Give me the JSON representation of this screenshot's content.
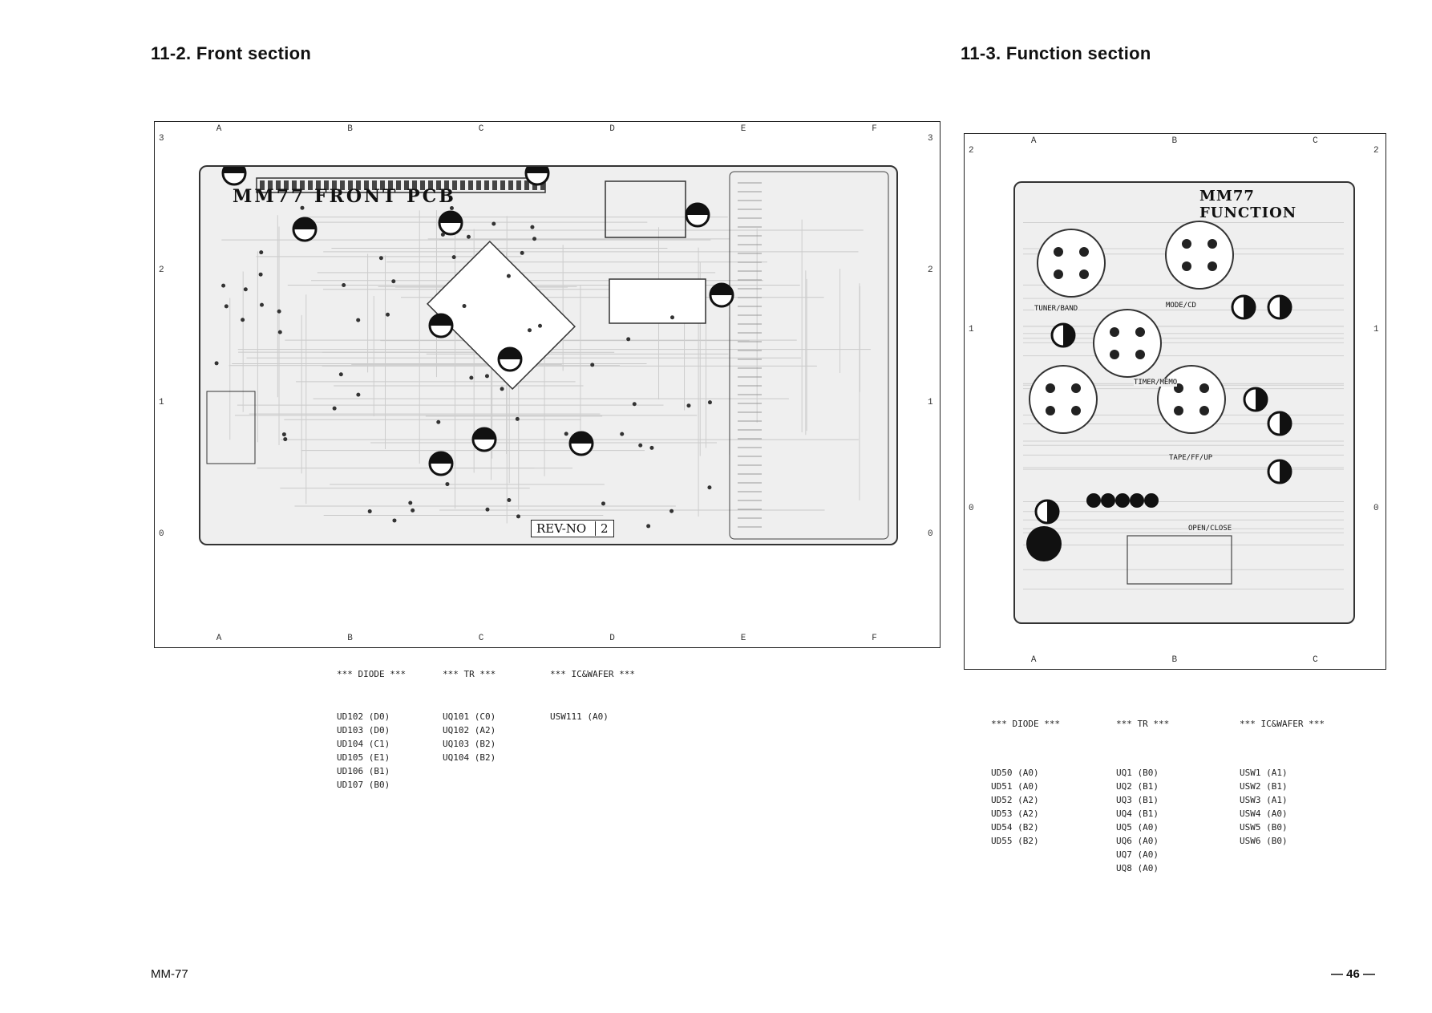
{
  "front": {
    "title": "11-2. Front section",
    "board_name": "MM77   FRONT   PCB",
    "rev_label": "REV-NO",
    "rev_value": "2",
    "col_labels": [
      "A",
      "B",
      "C",
      "D",
      "E",
      "F"
    ],
    "row_labels": [
      "3",
      "2",
      "1",
      "0"
    ],
    "lists": {
      "diode": {
        "header": "*** DIODE ***",
        "items": [
          "UD102 (D0)",
          "UD103 (D0)",
          "UD104 (C1)",
          "UD105 (E1)",
          "UD106 (B1)",
          "UD107 (B0)"
        ]
      },
      "tr": {
        "header": "*** TR ***",
        "items": [
          "UQ101 (C0)",
          "UQ102 (A2)",
          "UQ103 (B2)",
          "UQ104 (B2)"
        ]
      },
      "ic": {
        "header": "*** IC&WAFER ***",
        "items": [
          "USW111 (A0)"
        ]
      }
    }
  },
  "function": {
    "title": "11-3. Function section",
    "board_name": "MM77 FUNCTION",
    "col_labels": [
      "A",
      "B",
      "C"
    ],
    "row_labels": [
      "2",
      "1",
      "0"
    ],
    "switch_labels": [
      "TUNER/BAND",
      "MODE/CD",
      "TIMER/MEMO",
      "TAPE/FF/UP",
      "OPEN/CLOSE"
    ],
    "lists": {
      "diode": {
        "header": "*** DIODE ***",
        "items": [
          "UD50 (A0)",
          "UD51 (A0)",
          "UD52 (A2)",
          "UD53 (A2)",
          "UD54 (B2)",
          "UD55 (B2)"
        ]
      },
      "tr": {
        "header": "*** TR ***",
        "items": [
          "UQ1 (B0)",
          "UQ2 (B1)",
          "UQ3 (B1)",
          "UQ4 (B1)",
          "UQ5 (A0)",
          "UQ6 (A0)",
          "UQ7 (A0)",
          "UQ8 (A0)"
        ]
      },
      "ic": {
        "header": "*** IC&WAFER ***",
        "items": [
          "USW1 (A1)",
          "USW2 (B1)",
          "USW3 (A1)",
          "USW4 (A0)",
          "USW5 (B0)",
          "USW6 (B0)"
        ]
      }
    }
  },
  "footer": {
    "model": "MM-77",
    "page": "— 46 —"
  }
}
